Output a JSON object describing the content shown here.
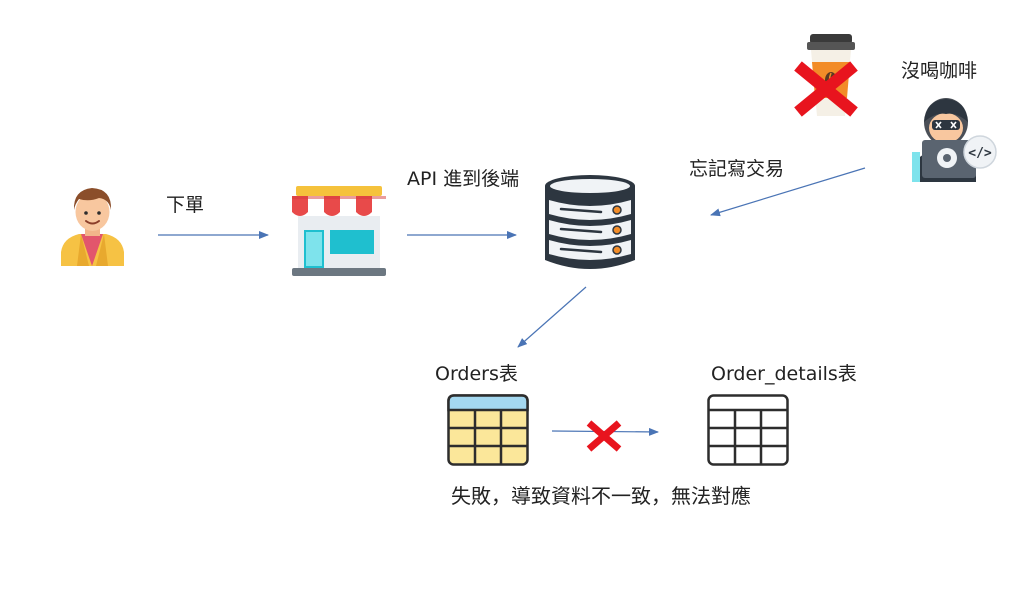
{
  "labels": {
    "order": "下單",
    "api": "API 進到後端",
    "forgot": "忘記寫交易",
    "no_coffee": "沒喝咖啡",
    "orders_table": "Orders表",
    "details_table": "Order_details表",
    "failure": "失敗，導致資料不一致，無法對應"
  },
  "icons": {
    "customer": "customer-avatar-icon",
    "store": "storefront-icon",
    "database": "database-server-icon",
    "coffee": "coffee-cup-icon",
    "developer": "developer-icon",
    "orders_table": "yellow-table-icon",
    "details_table": "outline-table-icon"
  },
  "colors": {
    "arrow": "#4a74b5",
    "cross": "#e8141e",
    "awning_red": "#e84a4a",
    "store_teal": "#1fbfcf",
    "db_dark": "#2d3640",
    "db_light": "#f0f3f6",
    "table_yellow": "#fbe79a",
    "table_header": "#a4d8f0"
  }
}
